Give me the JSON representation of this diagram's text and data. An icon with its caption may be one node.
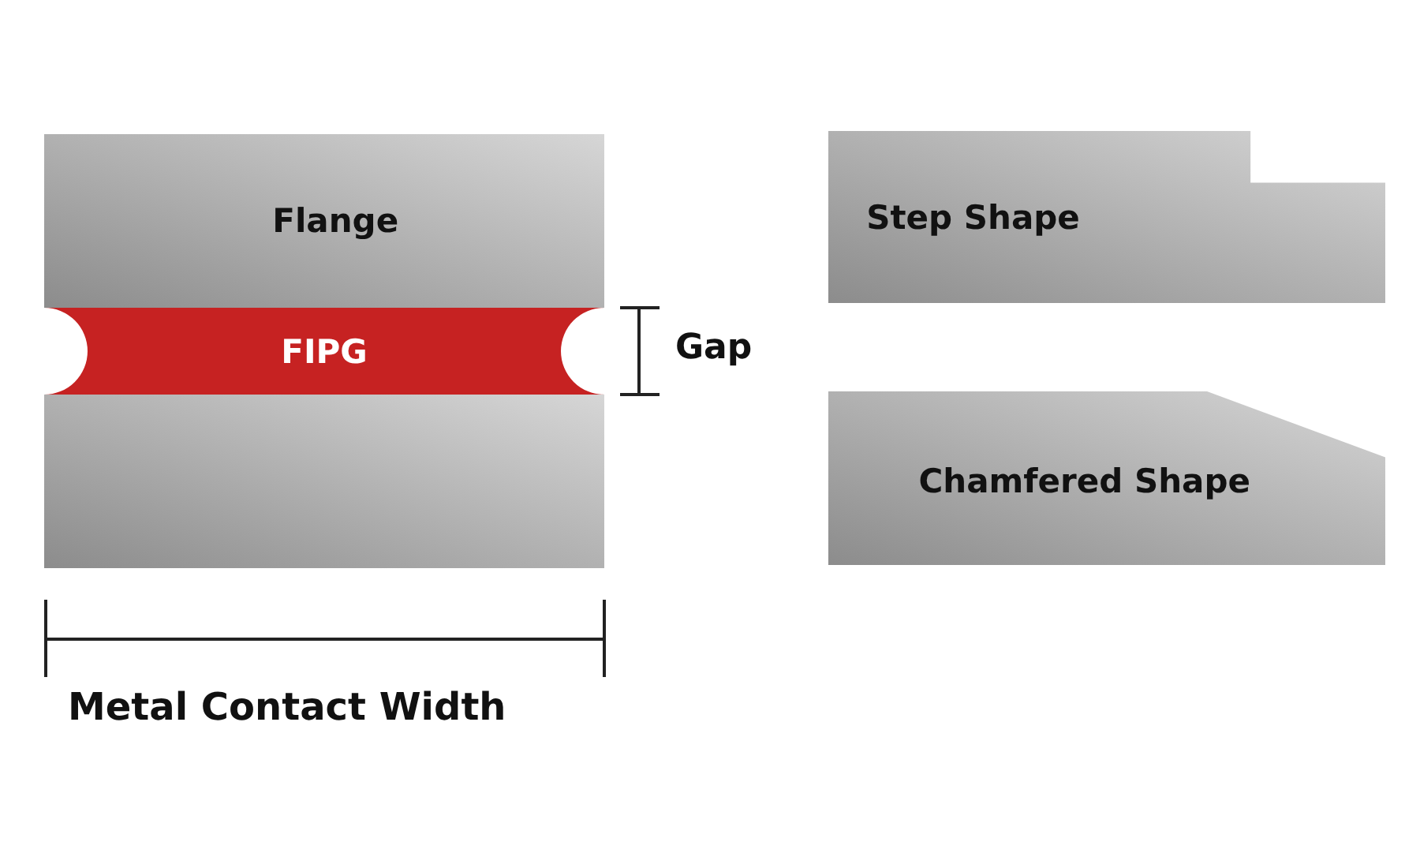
{
  "diagram": {
    "nodes": [
      {
        "text": [
          "Flange"
        ]
      },
      {
        "text": [
          "FIPG"
        ]
      },
      {
        "text": [],
        "shape": "box"
      },
      {
        "text": [
          "Step Shape"
        ]
      },
      {
        "text": [
          "Chamfered Shape"
        ]
      }
    ],
    "labels": [
      "Gap",
      "Metal Contact Width"
    ]
  }
}
